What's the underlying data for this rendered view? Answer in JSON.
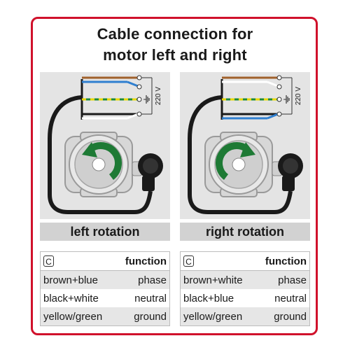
{
  "title": {
    "line1": "Cable connection for",
    "line2": "motor left and right"
  },
  "voltage": "220 V",
  "colors": {
    "frame_red": "#d0112b",
    "brown": "#a0602a",
    "blue": "#2f7fd0",
    "green": "#1e8a3a",
    "yellow": "#e8d800",
    "cable": "#1a1a1a",
    "arrow_green": "#1e7a35"
  },
  "icons": {
    "ground": "ground-symbol-icon",
    "rotation_left": "counterclockwise-arrow-icon",
    "rotation_right": "clockwise-arrow-icon"
  },
  "left": {
    "label": "left rotation",
    "table": {
      "code_label": "C",
      "function_header": "function",
      "rows": [
        {
          "cable": "brown+blue",
          "function": "phase"
        },
        {
          "cable": "black+white",
          "function": "neutral"
        },
        {
          "cable": "yellow/green",
          "function": "ground"
        }
      ]
    }
  },
  "right": {
    "label": "right rotation",
    "table": {
      "code_label": "C",
      "function_header": "function",
      "rows": [
        {
          "cable": "brown+white",
          "function": "phase"
        },
        {
          "cable": "black+blue",
          "function": "neutral"
        },
        {
          "cable": "yellow/green",
          "function": "ground"
        }
      ]
    }
  }
}
